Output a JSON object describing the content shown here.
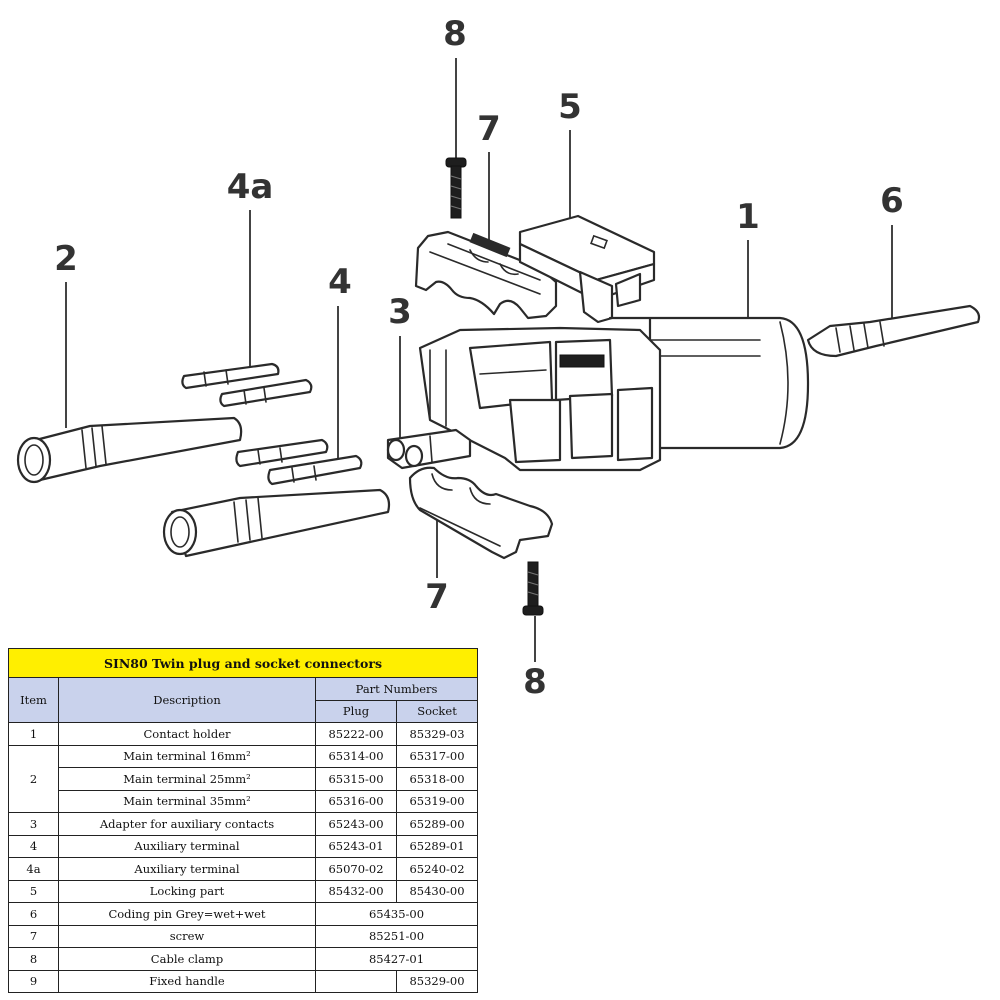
{
  "callouts": [
    {
      "id": "c8top",
      "label": "8"
    },
    {
      "id": "c7top",
      "label": "7"
    },
    {
      "id": "c5",
      "label": "5"
    },
    {
      "id": "c1",
      "label": "1"
    },
    {
      "id": "c6",
      "label": "6"
    },
    {
      "id": "c4a",
      "label": "4a"
    },
    {
      "id": "c2",
      "label": "2"
    },
    {
      "id": "c4",
      "label": "4"
    },
    {
      "id": "c3",
      "label": "3"
    },
    {
      "id": "c7bot",
      "label": "7"
    },
    {
      "id": "c8bot",
      "label": "8"
    }
  ],
  "table": {
    "title": "SIN80 Twin plug and socket connectors",
    "headers": {
      "item": "Item",
      "description": "Description",
      "part_numbers": "Part Numbers",
      "plug": "Plug",
      "socket": "Socket"
    },
    "rows": [
      {
        "item": "1",
        "description": "Contact holder",
        "plug": "85222-00",
        "socket": "85329-03"
      },
      {
        "item": "2",
        "description": "Main terminal 16mm²",
        "plug": "65314-00",
        "socket": "65317-00"
      },
      {
        "item": "",
        "description": "Main terminal 25mm²",
        "plug": "65315-00",
        "socket": "65318-00"
      },
      {
        "item": "",
        "description": "Main terminal 35mm²",
        "plug": "65316-00",
        "socket": "65319-00"
      },
      {
        "item": "3",
        "description": "Adapter for auxiliary contacts",
        "plug": "65243-00",
        "socket": "65289-00"
      },
      {
        "item": "4",
        "description": "Auxiliary terminal",
        "plug": "65243-01",
        "socket": "65289-01"
      },
      {
        "item": "4a",
        "description": "Auxiliary terminal",
        "plug": "65070-02",
        "socket": "65240-02"
      },
      {
        "item": "5",
        "description": "Locking part",
        "plug": "85432-00",
        "socket": "85430-00"
      },
      {
        "item": "6",
        "description": "Coding pin Grey=wet+wet",
        "merged": "65435-00"
      },
      {
        "item": "7",
        "description": "screw",
        "merged": "85251-00"
      },
      {
        "item": "8",
        "description": "Cable clamp",
        "merged": "85427-01"
      },
      {
        "item": "9",
        "description": "Fixed handle",
        "plug": "",
        "socket": "85329-00"
      }
    ]
  }
}
